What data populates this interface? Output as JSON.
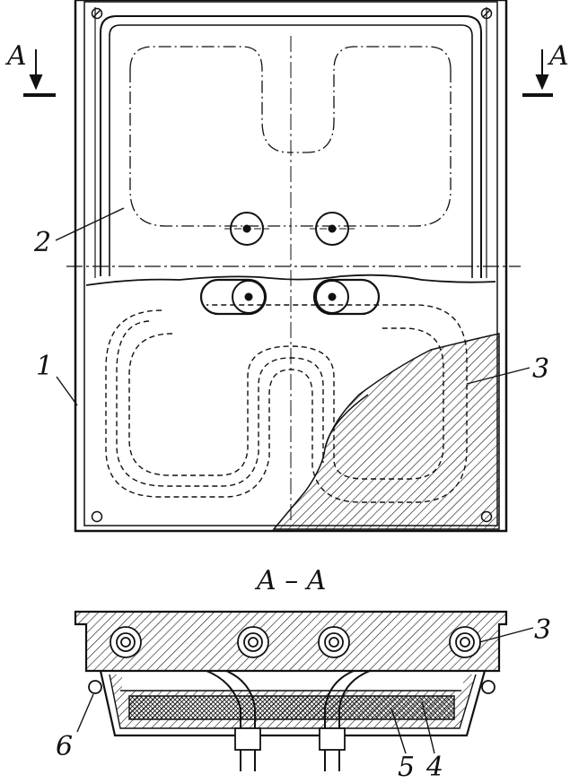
{
  "labels": {
    "part_1": "1",
    "part_2": "2",
    "part_3": "3",
    "part_3_section": "3",
    "part_4": "4",
    "part_5": "5",
    "part_6": "6",
    "section_mark_left": "A",
    "section_mark_right": "A",
    "section_title": "A – A"
  },
  "colors": {
    "ink": "#111111",
    "paper": "#ffffff"
  },
  "icons": {
    "section_arrow": "down-arrow-icon",
    "screw": "screw-head-icon"
  }
}
